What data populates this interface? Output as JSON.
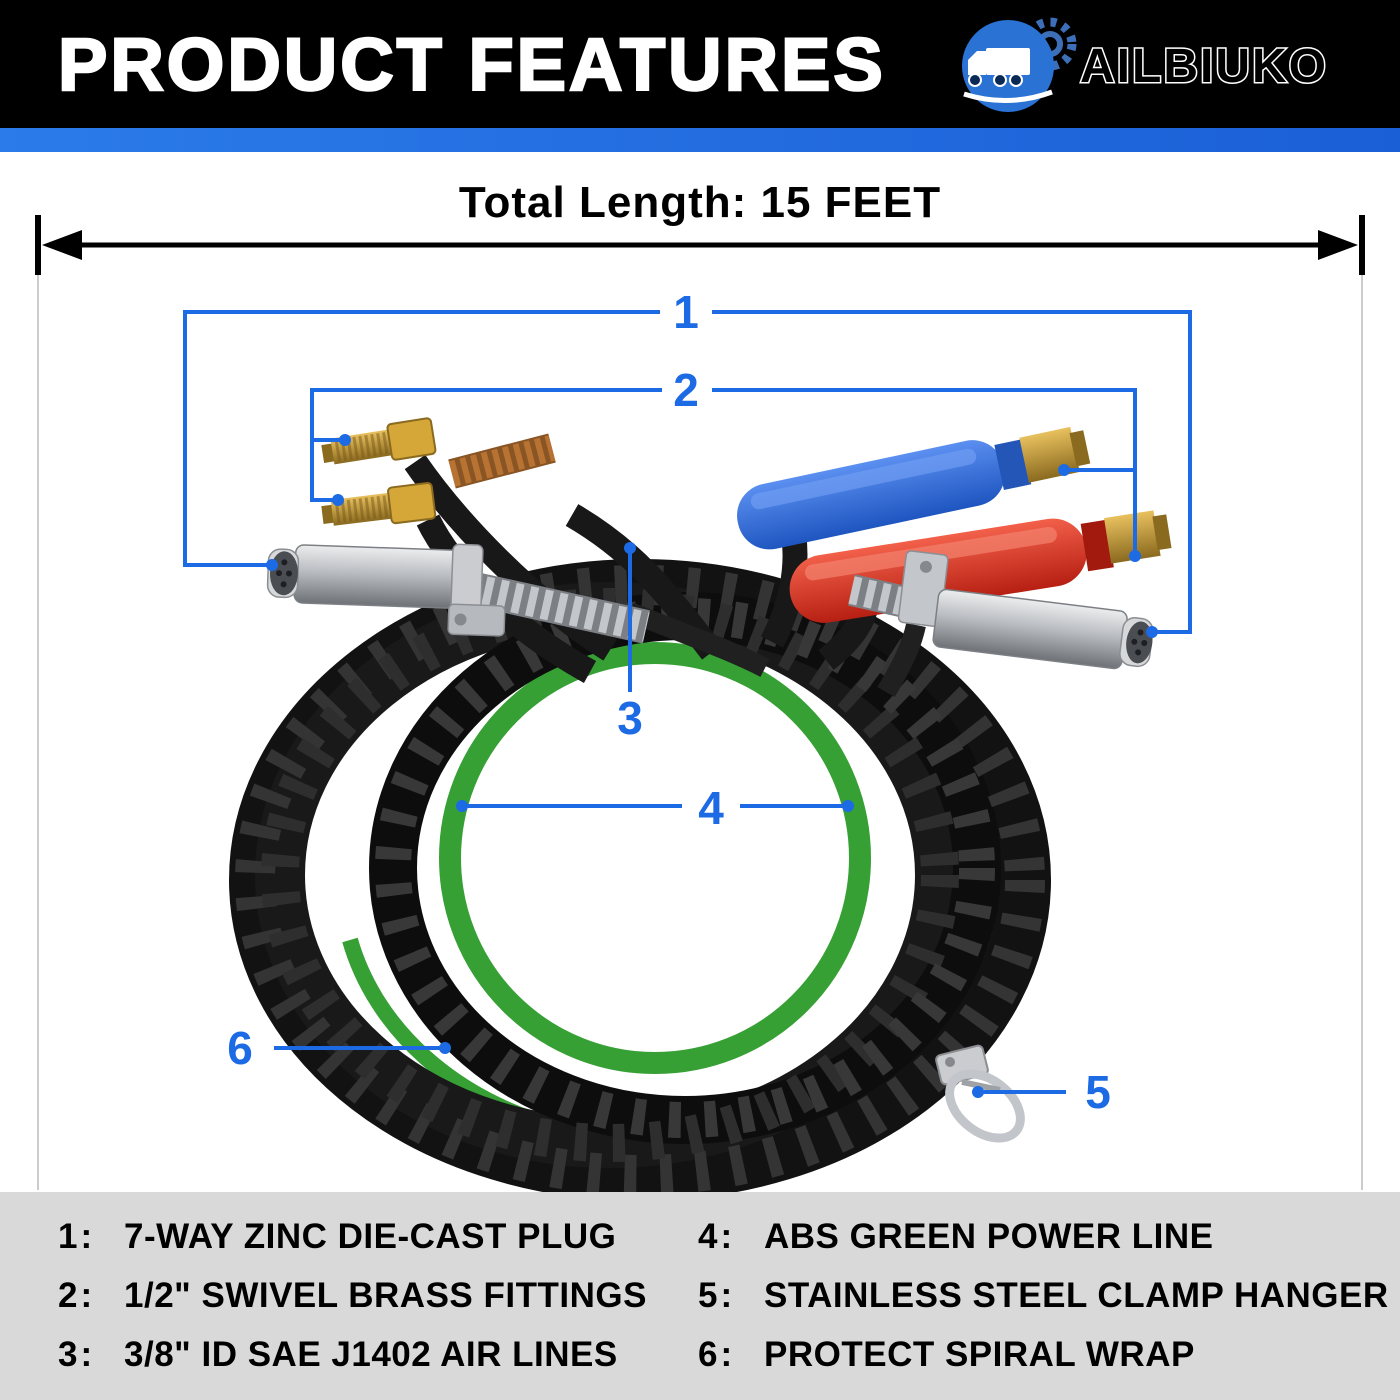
{
  "header": {
    "title": "PRODUCT FEATURES",
    "brand": "AILBIUKO"
  },
  "measure": {
    "label": "Total Length: 15 FEET"
  },
  "callouts": [
    {
      "num": "1"
    },
    {
      "num": "2"
    },
    {
      "num": "3"
    },
    {
      "num": "4"
    },
    {
      "num": "5"
    },
    {
      "num": "6"
    }
  ],
  "features": [
    {
      "num": "1:",
      "text": "7-WAY ZINC DIE-CAST PLUG"
    },
    {
      "num": "2:",
      "text": "1/2\" SWIVEL BRASS FITTINGS"
    },
    {
      "num": "3:",
      "text": "3/8\" ID SAE J1402 AIR LINES"
    },
    {
      "num": "4:",
      "text": "ABS GREEN POWER LINE"
    },
    {
      "num": "5:",
      "text": "STAINLESS STEEL CLAMP HANGER"
    },
    {
      "num": "6:",
      "text": "PROTECT SPIRAL WRAP"
    }
  ],
  "colors": {
    "banner_black": "#000000",
    "stripe_blue": "#2273e8",
    "accent_blue": "#1d6ae5",
    "footer_gray": "#d9d9d9",
    "hose_green": "#36a035",
    "gladhand_blue": "#2a66d9",
    "gladhand_red": "#e23220",
    "brass_gold": "#c8962c",
    "steel_silver": "#c3c6ca"
  },
  "icons": {
    "brand_logo": "truck-gear-badge"
  }
}
